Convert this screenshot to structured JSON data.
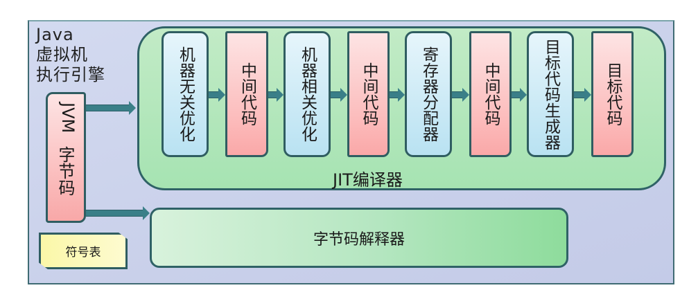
{
  "engine": {
    "title": "Java\n虚拟机\n执行引擎"
  },
  "jvm_bytecode": {
    "latin": "JVM",
    "chinese": "字节码"
  },
  "symbol_table": {
    "label": "符号表"
  },
  "jit_compiler": {
    "label": "JIT编译器",
    "stages": [
      {
        "label": "机器无关优化",
        "kind": "process"
      },
      {
        "label": "中间代码",
        "kind": "artifact"
      },
      {
        "label": "机器相关优化",
        "kind": "process"
      },
      {
        "label": "中间代码",
        "kind": "artifact"
      },
      {
        "label": "寄存器分配器",
        "kind": "process"
      },
      {
        "label": "中间代码",
        "kind": "artifact"
      },
      {
        "label": "目标代码生成器",
        "kind": "process"
      },
      {
        "label": "目标代码",
        "kind": "artifact"
      }
    ]
  },
  "interpreter": {
    "label": "字节码解释器"
  },
  "colors": {
    "process": "#b9e2f2",
    "artifact": "#fcbcbc",
    "container": "#a6e3b2",
    "arrow": "#3a7f88",
    "border": "#2f5d61"
  }
}
